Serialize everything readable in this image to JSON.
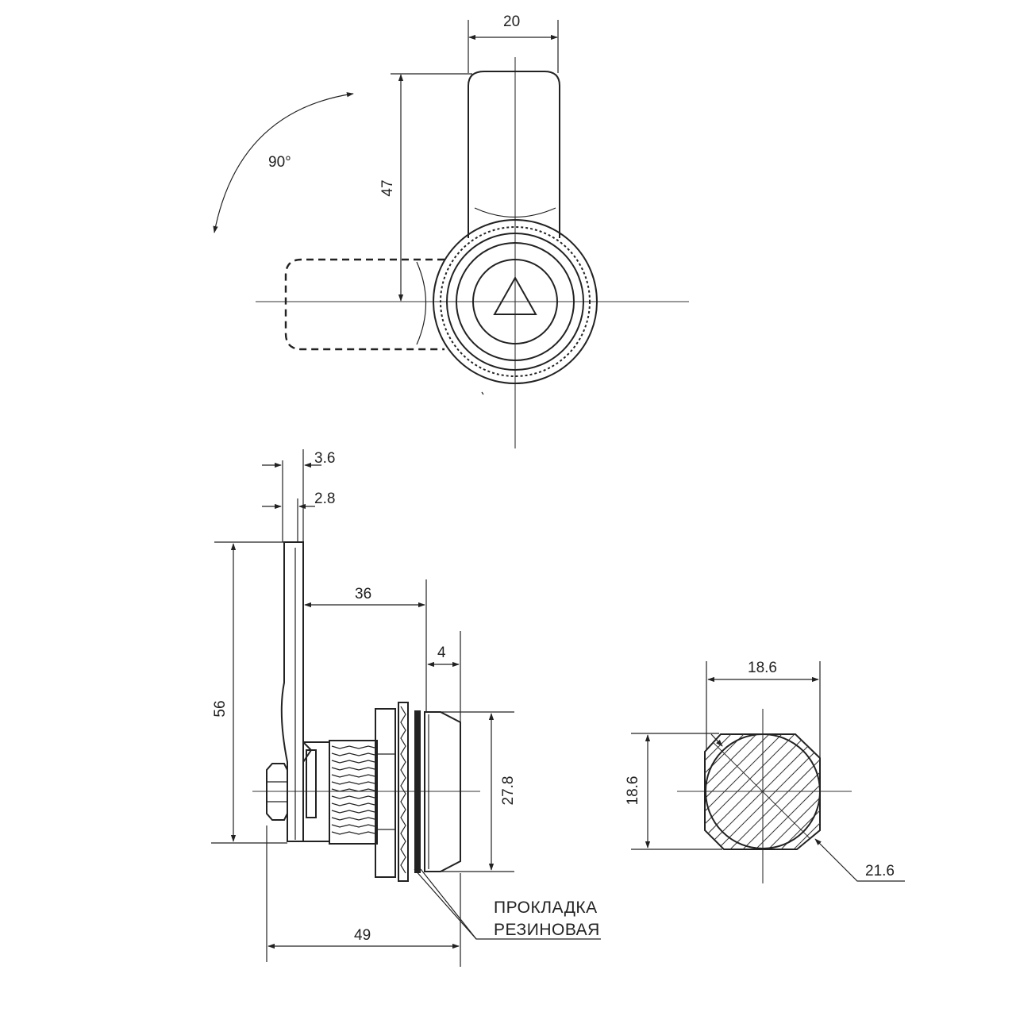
{
  "top_view": {
    "width_label": "20",
    "height_label": "47",
    "rotation_label": "90°"
  },
  "side_view": {
    "lever_thickness_label": "3.6",
    "lever_plate_label": "2.8",
    "height_label": "56",
    "offset_label": "36",
    "flange_label": "4",
    "body_diameter_label": "27.8",
    "overall_length_label": "49",
    "gasket_note_line1": "ПРОКЛАДКА",
    "gasket_note_line2": "РЕЗИНОВАЯ"
  },
  "cutout_view": {
    "width_label": "18.6",
    "height_label": "18.6",
    "diagonal_label": "21.6"
  }
}
